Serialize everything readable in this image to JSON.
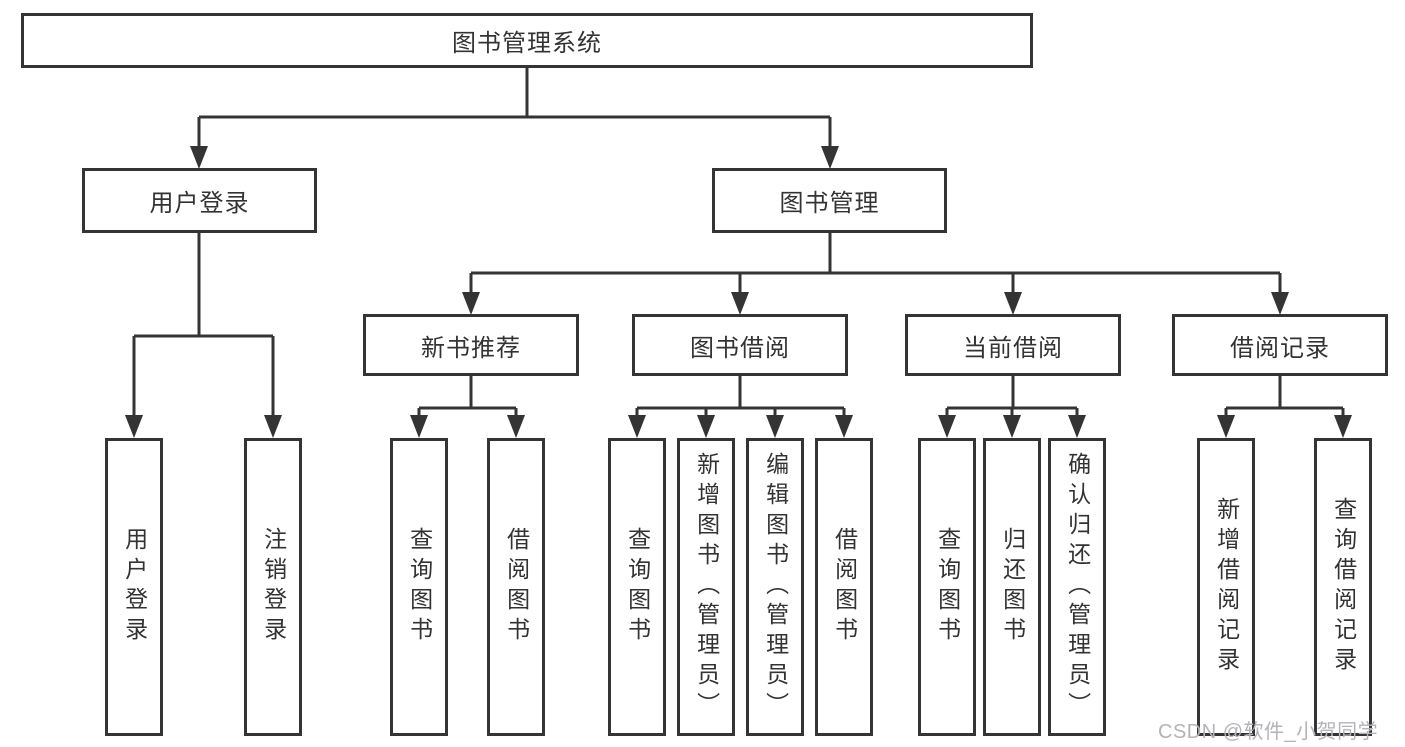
{
  "tree": {
    "root": {
      "label": "图书管理系统",
      "children": [
        {
          "label": "用户登录",
          "leaves": [
            {
              "label": "用户登录"
            },
            {
              "label": "注销登录"
            }
          ]
        },
        {
          "label": "图书管理",
          "children": [
            {
              "label": "新书推荐",
              "leaves": [
                {
                  "label": "查询图书"
                },
                {
                  "label": "借阅图书"
                }
              ]
            },
            {
              "label": "图书借阅",
              "leaves": [
                {
                  "label": "查询图书"
                },
                {
                  "label": "新增图书（管理员）"
                },
                {
                  "label": "编辑图书（管理员）"
                },
                {
                  "label": "借阅图书"
                }
              ]
            },
            {
              "label": "当前借阅",
              "leaves": [
                {
                  "label": "查询图书"
                },
                {
                  "label": "归还图书"
                },
                {
                  "label": "确认归还（管理员）"
                }
              ]
            },
            {
              "label": "借阅记录",
              "leaves": [
                {
                  "label": "新增借阅记录"
                },
                {
                  "label": "查询借阅记录"
                }
              ]
            }
          ]
        }
      ]
    }
  },
  "watermark": {
    "text": "CSDN @软件_小贺同学"
  },
  "colors": {
    "line": "#343434",
    "text": "#333333",
    "box_background": "#ffffff",
    "page_background": "#ffffff",
    "watermark": "#b3b3b8"
  }
}
